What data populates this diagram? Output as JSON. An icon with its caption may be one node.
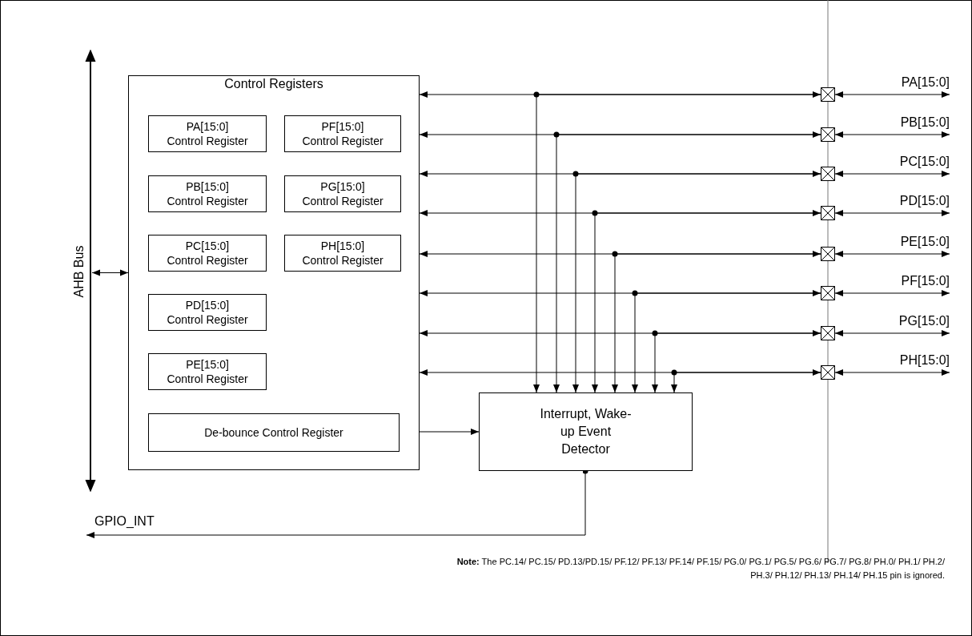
{
  "diagram": {
    "nodes": [
      {
        "text": [
          "AHB Bus"
        ]
      },
      {
        "text": [
          "Control Registers"
        ]
      },
      {
        "text": [
          "PA[15:0] Control Register"
        ],
        "in": 1
      },
      {
        "text": [
          "PF[15:0] Control Register"
        ],
        "in": 1
      },
      {
        "text": [
          "PB[15:0] Control Register"
        ],
        "in": 1
      },
      {
        "text": [
          "PG[15:0] Control Register"
        ],
        "in": 1
      },
      {
        "text": [
          "PC[15:0] Control Register"
        ],
        "in": 1
      },
      {
        "text": [
          "PH[15:0] Control Register"
        ],
        "in": 1
      },
      {
        "text": [
          "PD[15:0] Control Register"
        ],
        "in": 1
      },
      {
        "text": [
          "PE[15:0] Control Register"
        ],
        "in": 1
      },
      {
        "text": [
          "De-bounce Control Register"
        ],
        "in": 1
      },
      {
        "text": [
          "Interrupt, Wake-up Event Detector"
        ]
      },
      {
        "text": [],
        "shape": "box"
      },
      {
        "text": [],
        "shape": "box"
      },
      {
        "text": [],
        "shape": "box"
      },
      {
        "text": [],
        "shape": "box"
      },
      {
        "text": [],
        "shape": "box"
      },
      {
        "text": [],
        "shape": "box"
      },
      {
        "text": [],
        "shape": "box"
      },
      {
        "text": [],
        "shape": "box"
      },
      {
        "text": [
          "PA[15:0]"
        ]
      },
      {
        "text": [
          "PB[15:0]"
        ]
      },
      {
        "text": [
          "PC[15:0]"
        ]
      },
      {
        "text": [
          "PD[15:0]"
        ]
      },
      {
        "text": [
          "PE[15:0]"
        ]
      },
      {
        "text": [
          "PF[15:0]"
        ]
      },
      {
        "text": [
          "PG[15:0]"
        ]
      },
      {
        "text": [
          "PH[15:0]"
        ]
      },
      {
        "text": [
          "GPIO_INT"
        ]
      }
    ],
    "edges": [
      {
        "from": 0,
        "to": 1,
        "arrow": "both"
      },
      {
        "from": 1,
        "to": 12,
        "arrow": "both"
      },
      {
        "from": 1,
        "to": 13,
        "arrow": "both"
      },
      {
        "from": 1,
        "to": 14,
        "arrow": "both"
      },
      {
        "from": 1,
        "to": 15,
        "arrow": "both"
      },
      {
        "from": 1,
        "to": 16,
        "arrow": "both"
      },
      {
        "from": 1,
        "to": 17,
        "arrow": "both"
      },
      {
        "from": 1,
        "to": 18,
        "arrow": "both"
      },
      {
        "from": 1,
        "to": 19,
        "arrow": "both"
      },
      {
        "from": 12,
        "to": 11,
        "arrow": "to"
      },
      {
        "from": 13,
        "to": 11,
        "arrow": "to"
      },
      {
        "from": 14,
        "to": 11,
        "arrow": "to"
      },
      {
        "from": 15,
        "to": 11,
        "arrow": "to"
      },
      {
        "from": 16,
        "to": 11,
        "arrow": "to"
      },
      {
        "from": 17,
        "to": 11,
        "arrow": "to"
      },
      {
        "from": 18,
        "to": 11,
        "arrow": "to"
      },
      {
        "from": 19,
        "to": 11,
        "arrow": "to"
      },
      {
        "from": 12,
        "to": 20,
        "arrow": "both"
      },
      {
        "from": 13,
        "to": 21,
        "arrow": "both"
      },
      {
        "from": 14,
        "to": 22,
        "arrow": "both"
      },
      {
        "from": 15,
        "to": 23,
        "arrow": "both"
      },
      {
        "from": 16,
        "to": 24,
        "arrow": "both"
      },
      {
        "from": 17,
        "to": 25,
        "arrow": "both"
      },
      {
        "from": 18,
        "to": 26,
        "arrow": "both"
      },
      {
        "from": 19,
        "to": 27,
        "arrow": "both"
      },
      {
        "from": 10,
        "to": 11,
        "arrow": "to"
      },
      {
        "from": 11,
        "to": 28,
        "arrow": "to"
      }
    ],
    "labels": [
      "**Note:** The PC.14/ PC.15/ PD.13/PD.15/ PF.12/ PF.13/ PF.14/ PF.15/ PG.0/ PG.1/ PG.5/ PG.6/ PG.7/ PG.8/ PH.0/ PH.1/ PH.2/ PH.3/ PH.12/ PH.13/ PH.14/ PH.15 pin is ignored."
    ]
  }
}
